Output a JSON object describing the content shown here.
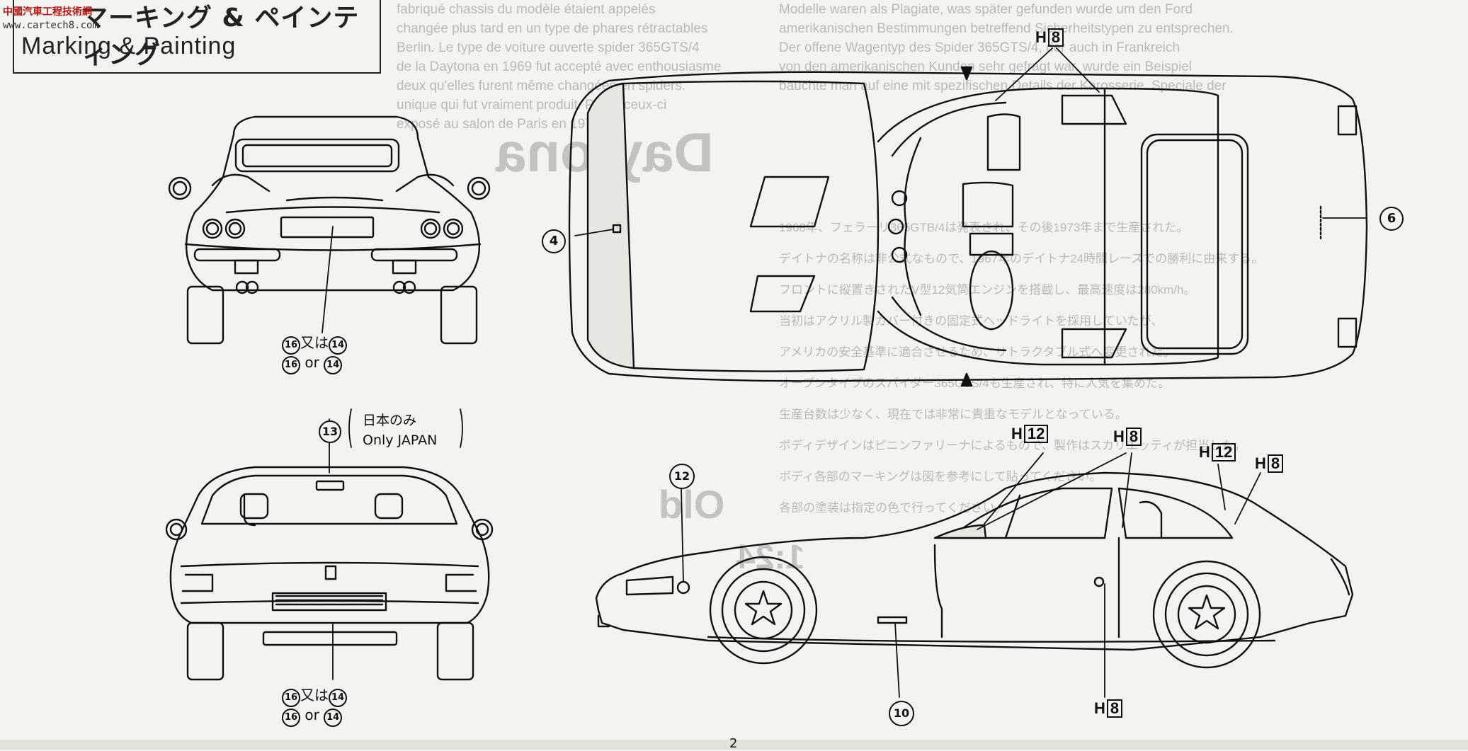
{
  "header": {
    "logo_text": "中國汽車工程技術網",
    "logo_url": "www.cartech8.com",
    "title_jp": "マーキング & ペインティング",
    "title_en": "Marking & Painting"
  },
  "background_text": {
    "top_center": [
      "Modelle waren als Plagiate, was später gefunden wurde um den Ford",
      "amerikanischen Bestimmungen betreffend Sicherheitstypen zu entsprechen.",
      "Der offene Wagentyp des Spider 365GTS/4, der auch in Frankreich",
      "von den amerikanischen Kunden sehr gefragt war, wurde ein Beispiel",
      "bauchte man auf eine mit spezifischen Details der Karosserie. Speciale der"
    ],
    "top_left": [
      "fabriqué chassis du modèle étaient appelés",
      "changée plus tard en un type de phares rétractables",
      "Berlin. Le type de voiture ouverte spider 365GTS/4",
      "de la Daytona en 1969 fut accepté avec enthousiasme",
      "deux qu'elles furent même changées en spiders.",
      "unique qui fut vraiment produit. Parmi ceux-ci",
      "exposé au salon de Paris en 1971"
    ],
    "right_column": [
      "1968年、フェラーリ365GTB/4は発表され、その後1973年まで生産された。",
      "デイトナの名称は非公式なもので、1967年のデイトナ24時間レースでの勝利に由来する。",
      "フロントに縦置きされたV型12気筒エンジンを搭載し、最高速度は280km/h。",
      "当初はアクリル製カバー付きの固定式ヘッドライトを採用していたが、",
      "アメリカの安全基準に適合させるため、リトラクタブル式へ変更された。",
      "オープンタイプのスパイダー365GTS/4も生産され、特に人気を集めた。",
      "生産台数は少なく、現在では非常に貴重なモデルとなっている。",
      "ボディデザインはピニンファリーナによるもので、製作はスカリエッティが担当した。",
      "ボディ各部のマーキングは図を参考にして貼ってください。",
      "各部の塗装は指定の色で行ってください。"
    ],
    "big_words": [
      "Daytona",
      "Old",
      "1:24"
    ]
  },
  "labels": {
    "front_alt_jp": "又は",
    "front_alt_en": "or",
    "only_japan_jp": "日本のみ",
    "only_japan_en": "Only JAPAN",
    "circled": {
      "n4": "4",
      "n6": "6",
      "n10": "10",
      "n12": "12",
      "n13": "13",
      "n14": "14",
      "n16": "16"
    },
    "h_prefix": "H",
    "h8": "8",
    "h12": "12"
  },
  "colors": {
    "paper": "#f4f3ef",
    "ink": "#111111",
    "logo_red": "#b01818"
  },
  "page_number": "2"
}
